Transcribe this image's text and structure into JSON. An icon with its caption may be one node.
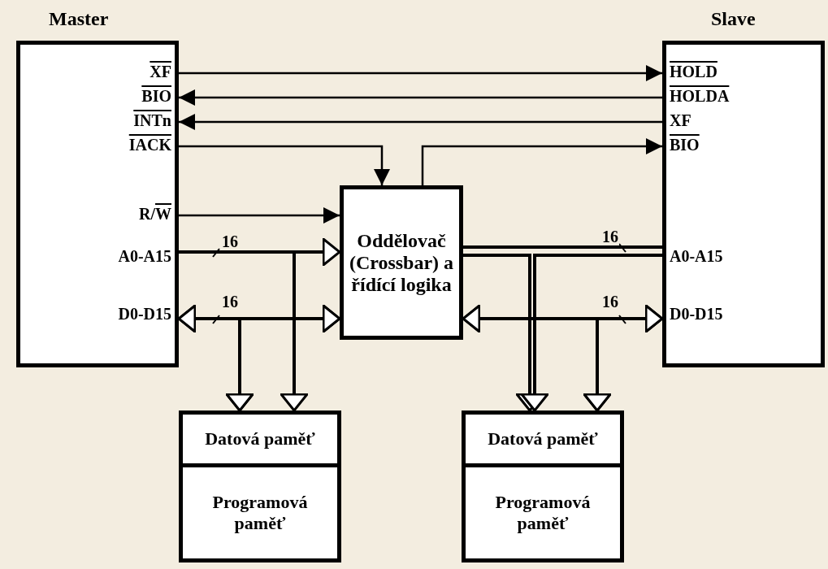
{
  "diagram": {
    "nodes": [
      {
        "text": [
          "Master",
          "XF",
          "BIO",
          "INTn",
          "IACK",
          "R/W",
          "A0-A15",
          "D0-D15"
        ]
      },
      {
        "text": [
          "Slave",
          "HOLD",
          "HOLDA",
          "XF",
          "BIO",
          "A0-A15",
          "D0-D15"
        ]
      },
      {
        "text": [
          "Oddělovač (Crossbar) a řídící logika"
        ]
      },
      {
        "text": [
          "Datová paměť"
        ]
      },
      {
        "text": [
          "Programová paměť"
        ]
      },
      {
        "text": [
          "Datová paměť"
        ]
      },
      {
        "text": [
          "Programová paměť"
        ]
      }
    ],
    "edges": [
      {
        "from": 0,
        "to": 1,
        "arrow": "to"
      },
      {
        "from": 1,
        "to": 0,
        "arrow": "to"
      },
      {
        "from": 1,
        "to": 0,
        "arrow": "to"
      },
      {
        "from": 0,
        "to": 2,
        "arrow": "to"
      },
      {
        "from": 2,
        "to": 1,
        "arrow": "to"
      },
      {
        "from": 0,
        "to": 2,
        "arrow": "to"
      },
      {
        "from": 0,
        "to": 2,
        "arrow": "to",
        "label": "16"
      },
      {
        "from": 0,
        "to": 3,
        "arrow": "to"
      },
      {
        "from": 0,
        "to": 2,
        "arrow": "both",
        "label": "16"
      },
      {
        "from": 0,
        "to": 3,
        "arrow": "both"
      },
      {
        "from": 2,
        "to": 3,
        "arrow": "both"
      },
      {
        "from": 2,
        "to": 1,
        "arrow": "none",
        "label": "16"
      },
      {
        "from": 2,
        "to": 5,
        "arrow": "to"
      },
      {
        "from": 1,
        "to": 5,
        "arrow": "to"
      },
      {
        "from": 2,
        "to": 1,
        "arrow": "both",
        "label": "16"
      },
      {
        "from": 2,
        "to": 5,
        "arrow": "both"
      },
      {
        "from": 1,
        "to": 5,
        "arrow": "both"
      }
    ]
  }
}
